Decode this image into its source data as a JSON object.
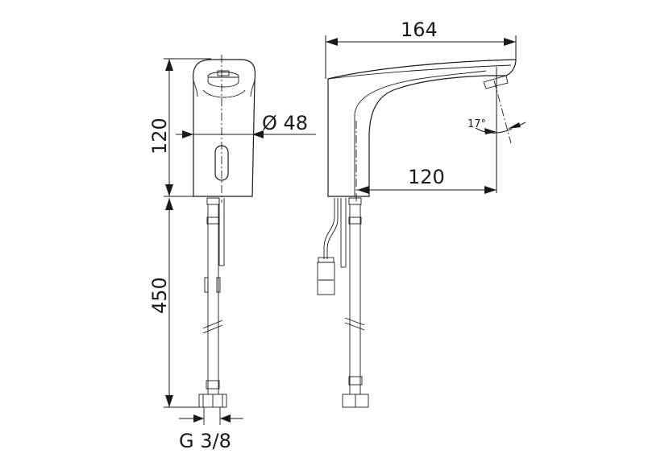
{
  "drawing": {
    "front_view": {
      "height_label": "120",
      "hose_length_label": "450",
      "diameter_label": "Ø 48",
      "thread_label": "G 3/8"
    },
    "side_view": {
      "length_label": "164",
      "reach_label": "120",
      "angle_label": "17°"
    }
  }
}
